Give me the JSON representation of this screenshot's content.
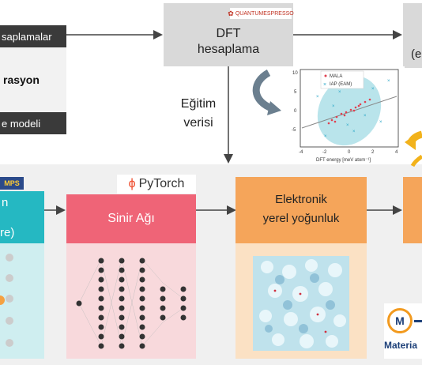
{
  "top_left": {
    "line1": "saplamalar",
    "line2": "rasyon",
    "line3": "e modeli"
  },
  "dft_box": {
    "title": "DFT",
    "subtitle": "hesaplama",
    "logo_text": "QUANTUMESPRESSO"
  },
  "right_top_partial": "(e",
  "training_label": {
    "line1": "Eğitim",
    "line2": "verisi"
  },
  "plot": {
    "legend": [
      "MALA",
      "IAP (EAM)"
    ],
    "xlabel": "DFT energy [meV atom⁻¹]",
    "x_ticks": [
      "-4",
      "-2",
      "0",
      "2",
      "4"
    ],
    "y_ticks": [
      "10",
      "5",
      "0",
      "-5"
    ]
  },
  "lammps_badge": "MPS",
  "teal_box": {
    "line1": "n",
    "line2": "re)"
  },
  "pytorch": {
    "logo_text": "PyTorch",
    "box_label": "Sinir Ağı"
  },
  "ldos_box": {
    "line1": "Elektronik",
    "line2": "yerel yoğunluk"
  },
  "mala_logo": {
    "letter": "M",
    "text": "Materia"
  },
  "colors": {
    "dark": "#3a3a3a",
    "gray": "#d9d9d9",
    "orange": "#f5a55a",
    "pink": "#ef6477",
    "teal": "#25b8c2",
    "arrow": "#444444"
  }
}
